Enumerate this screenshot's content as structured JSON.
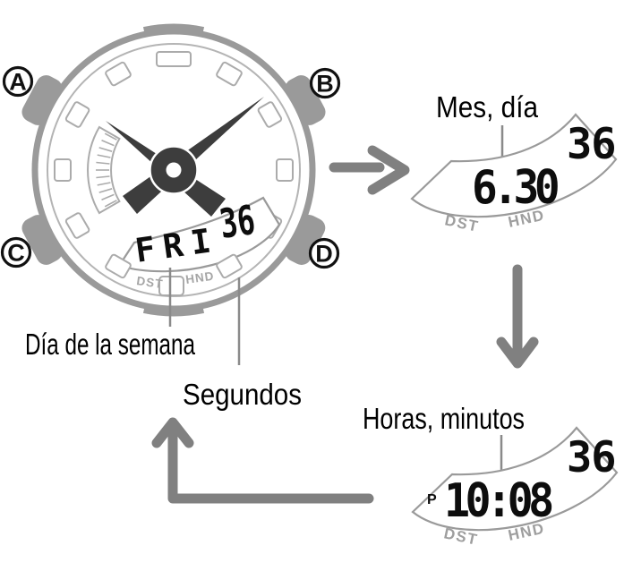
{
  "watch": {
    "buttons": {
      "a": "A",
      "b": "B",
      "c": "C",
      "d": "D"
    },
    "display": {
      "day": "FRI",
      "seconds": "36",
      "dst": "DST",
      "hnd": "HND"
    }
  },
  "callouts": {
    "day_of_week": "Día de la semana",
    "seconds": "Segundos",
    "month_day": "Mes, día",
    "hours_minutes": "Horas, minutos"
  },
  "screens": {
    "month_day": {
      "main": "6.30",
      "seconds": "36",
      "dst": "DST",
      "hnd": "HND"
    },
    "hours_minutes": {
      "indicator": "P",
      "main": "10:08",
      "seconds": "36",
      "dst": "DST",
      "hnd": "HND"
    }
  },
  "colors": {
    "case_gray": "#9a9a9a",
    "outline_gray": "#ababab",
    "arrow_gray": "#808080",
    "hand_dark": "#3d3d3d",
    "digit_black": "#0d0d0d",
    "label_black": "#000000"
  }
}
